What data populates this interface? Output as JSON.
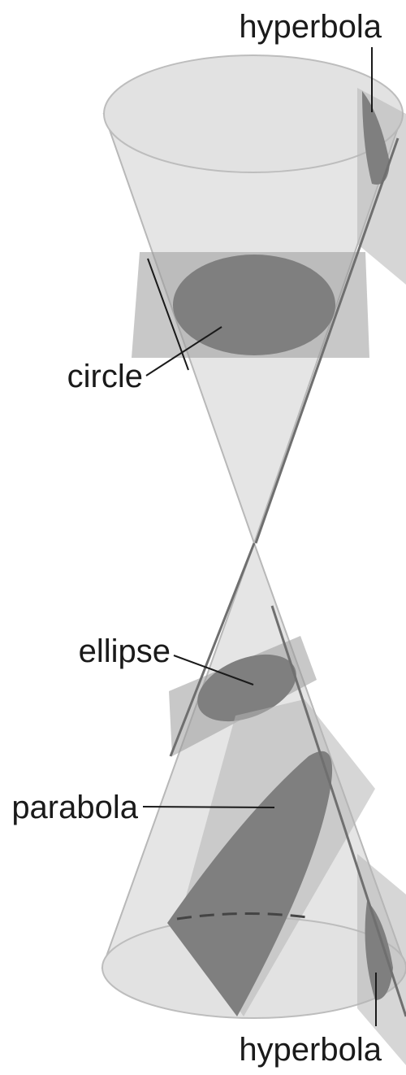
{
  "labels": {
    "hyperbola_top": "hyperbola",
    "circle": "circle",
    "ellipse": "ellipse",
    "parabola": "parabola",
    "hyperbola_bottom": "hyperbola"
  },
  "colors": {
    "cone": "#dcdcdc",
    "plane": "#9a9a9a",
    "section": "#7f7f7f",
    "text": "#1a1a1a"
  }
}
